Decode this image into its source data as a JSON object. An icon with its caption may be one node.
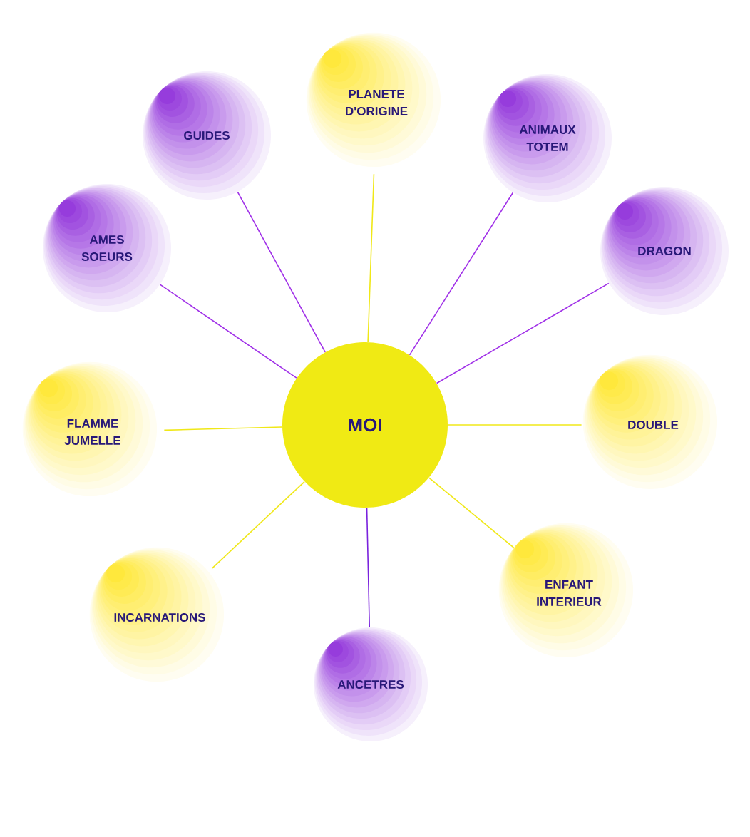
{
  "diagram": {
    "nodes": [
      {
        "text": [
          "MOI"
        ]
      },
      {
        "text": [
          "PLANETE D'ORIGINE"
        ]
      },
      {
        "text": [
          "GUIDES"
        ]
      },
      {
        "text": [
          "ANIMAUX TOTEM"
        ]
      },
      {
        "text": [
          "AMES SOEURS"
        ]
      },
      {
        "text": [
          "DRAGON"
        ]
      },
      {
        "text": [
          "FLAMME JUMELLE"
        ]
      },
      {
        "text": [
          "DOUBLE"
        ]
      },
      {
        "text": [
          "INCARNATIONS"
        ]
      },
      {
        "text": [
          "ENFANT INTERIEUR"
        ]
      },
      {
        "text": [
          "ANCETRES"
        ]
      }
    ],
    "edges": [
      {
        "from": 0,
        "to": 1,
        "arrow": "none",
        "color": "#f0e818"
      },
      {
        "from": 0,
        "to": 2,
        "arrow": "none",
        "color": "#a030e8"
      },
      {
        "from": 0,
        "to": 3,
        "arrow": "none",
        "color": "#a030e8"
      },
      {
        "from": 0,
        "to": 4,
        "arrow": "none",
        "color": "#a030e8"
      },
      {
        "from": 0,
        "to": 5,
        "arrow": "none",
        "color": "#a030e8"
      },
      {
        "from": 0,
        "to": 6,
        "arrow": "none",
        "color": "#f0e818"
      },
      {
        "from": 0,
        "to": 7,
        "arrow": "none",
        "color": "#f0e818"
      },
      {
        "from": 0,
        "to": 8,
        "arrow": "none",
        "color": "#f0e818"
      },
      {
        "from": 0,
        "to": 9,
        "arrow": "none",
        "color": "#f0e818"
      },
      {
        "from": 0,
        "to": 10,
        "arrow": "none",
        "color": "#7a22dd"
      }
    ]
  }
}
